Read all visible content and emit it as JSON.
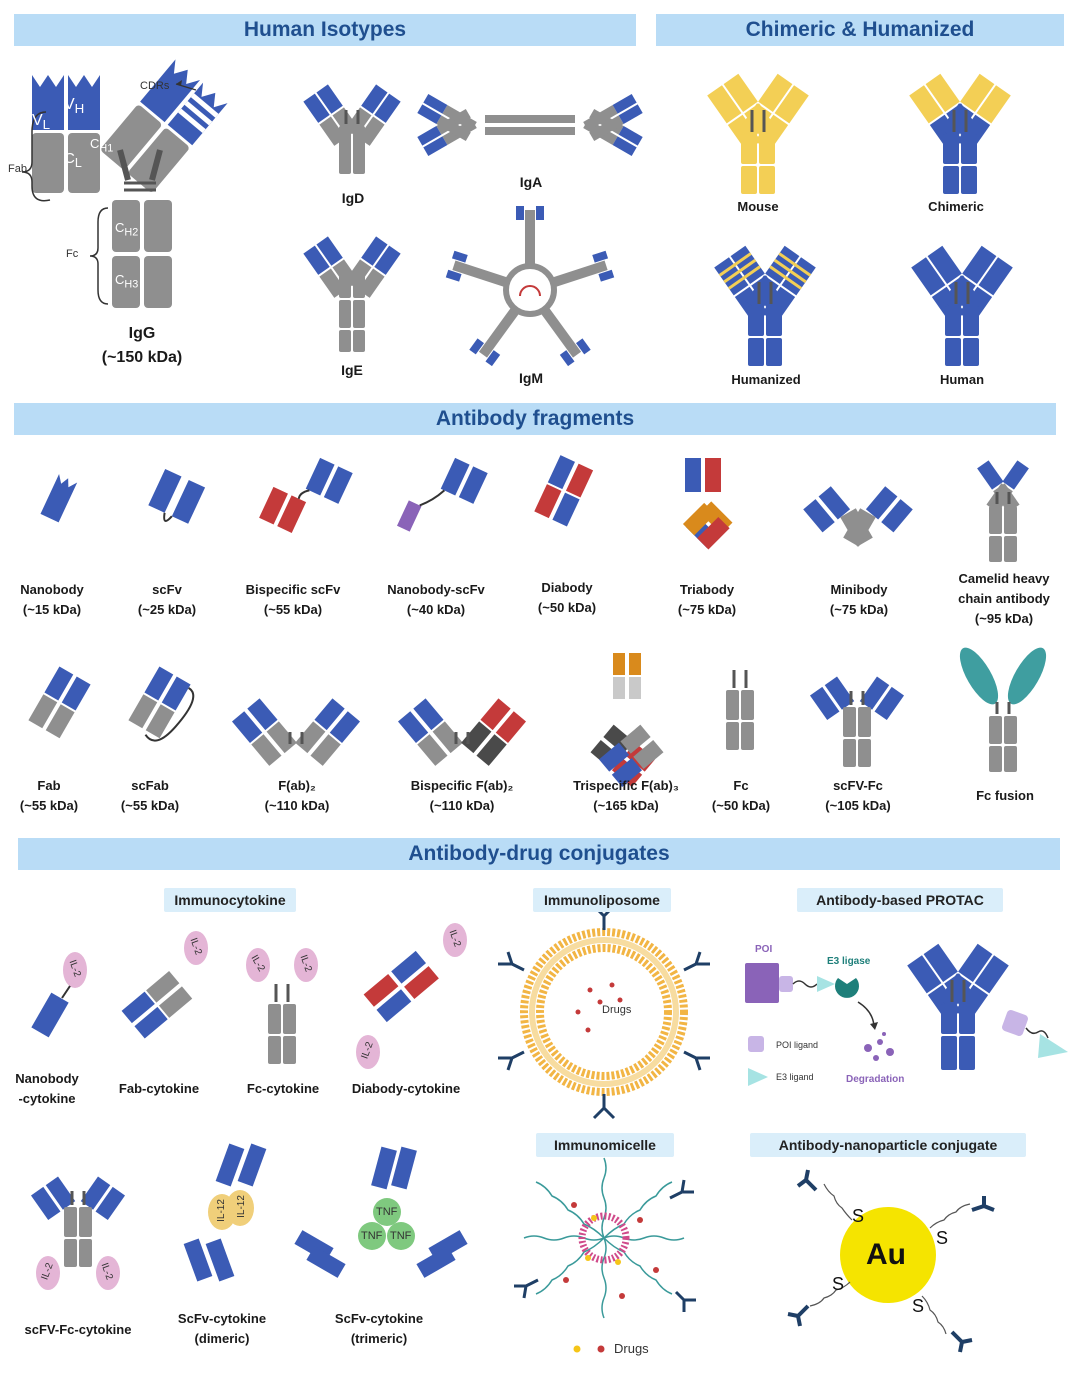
{
  "sections": {
    "isotypes": "Human Isotypes",
    "chimeric": "Chimeric & Humanized",
    "fragments": "Antibody fragments",
    "adc": "Antibody-drug conjugates"
  },
  "igg_parts": {
    "vl": "V",
    "vl_sub": "L",
    "vh": "V",
    "vh_sub": "H",
    "cl": "C",
    "cl_sub": "L",
    "ch1": "C",
    "ch1_sub": "H1",
    "ch2": "C",
    "ch2_sub": "H2",
    "ch3": "C",
    "ch3_sub": "H3",
    "cdrs": "CDRs",
    "fab": "Fab",
    "fc": "Fc"
  },
  "isotypes": [
    {
      "name": "IgG",
      "mass": "(~150 kDa)"
    },
    {
      "name": "IgD"
    },
    {
      "name": "IgA"
    },
    {
      "name": "IgE"
    },
    {
      "name": "IgM"
    }
  ],
  "chimeric": [
    {
      "name": "Mouse"
    },
    {
      "name": "Chimeric"
    },
    {
      "name": "Humanized"
    },
    {
      "name": "Human"
    }
  ],
  "fragments_row1": [
    {
      "name": "Nanobody",
      "mass": "(~15 kDa)"
    },
    {
      "name": "scFv",
      "mass": "(~25 kDa)"
    },
    {
      "name": "Bispecific scFv",
      "mass": "(~55 kDa)"
    },
    {
      "name": "Nanobody-scFv",
      "mass": "(~40 kDa)"
    },
    {
      "name": "Diabody",
      "mass": "(~50 kDa)"
    },
    {
      "name": "Triabody",
      "mass": "(~75 kDa)"
    },
    {
      "name": "Minibody",
      "mass": "(~75 kDa)"
    },
    {
      "name": "Camelid heavy",
      "name2": "chain antibody",
      "mass": "(~95 kDa)"
    }
  ],
  "fragments_row2": [
    {
      "name": "Fab",
      "mass": "(~55 kDa)"
    },
    {
      "name": "scFab",
      "mass": "(~55 kDa)"
    },
    {
      "name": "F(ab)₂",
      "mass": "(~110 kDa)"
    },
    {
      "name": "Bispecific F(ab)₂",
      "mass": "(~110 kDa)"
    },
    {
      "name": "Trispecific F(ab)₃",
      "mass": "(~165 kDa)"
    },
    {
      "name": "Fc",
      "mass": "(~50 kDa)"
    },
    {
      "name": "scFV-Fc",
      "mass": "(~105 kDa)"
    },
    {
      "name": "Fc fusion"
    }
  ],
  "adc": {
    "immunocytokine": "Immunocytokine",
    "immunoliposome": "Immunoliposome",
    "protac": "Antibody-based PROTAC",
    "immunomicelle": "Immunomicelle",
    "nanoparticle": "Antibody-nanoparticle conjugate",
    "cytokines_row1": [
      {
        "name": "Nanobody",
        "name2": "-cytokine"
      },
      {
        "name": "Fab-cytokine"
      },
      {
        "name": "Fc-cytokine"
      },
      {
        "name": "Diabody-cytokine"
      }
    ],
    "cytokines_row2": [
      {
        "name": "scFV-Fc-cytokine"
      },
      {
        "name": "ScFv-cytokine",
        "name2": "(dimeric)"
      },
      {
        "name": "ScFv-cytokine",
        "name2": "(trimeric)"
      }
    ],
    "il2": "IL-2",
    "il12": "IL-12",
    "tnf": "TNF",
    "drugs": "Drugs",
    "poi": "POI",
    "e3_ligase": "E3 ligase",
    "poi_ligand": "POI ligand",
    "e3_ligand": "E3 ligand",
    "degradation": "Degradation",
    "au": "Au",
    "s": "S"
  },
  "colors": {
    "banner": "#b9dcf6",
    "banner_text": "#1f4f8f",
    "blue": "#3b5bb5",
    "gray": "#8f8f8f",
    "yellow": "#f3cf55",
    "red": "#c43a3a",
    "orange": "#d98a1c",
    "purple": "#8a63b8",
    "teal": "#3f9ea0",
    "pink": "#e4b5d6",
    "gold": "#f5e400"
  }
}
